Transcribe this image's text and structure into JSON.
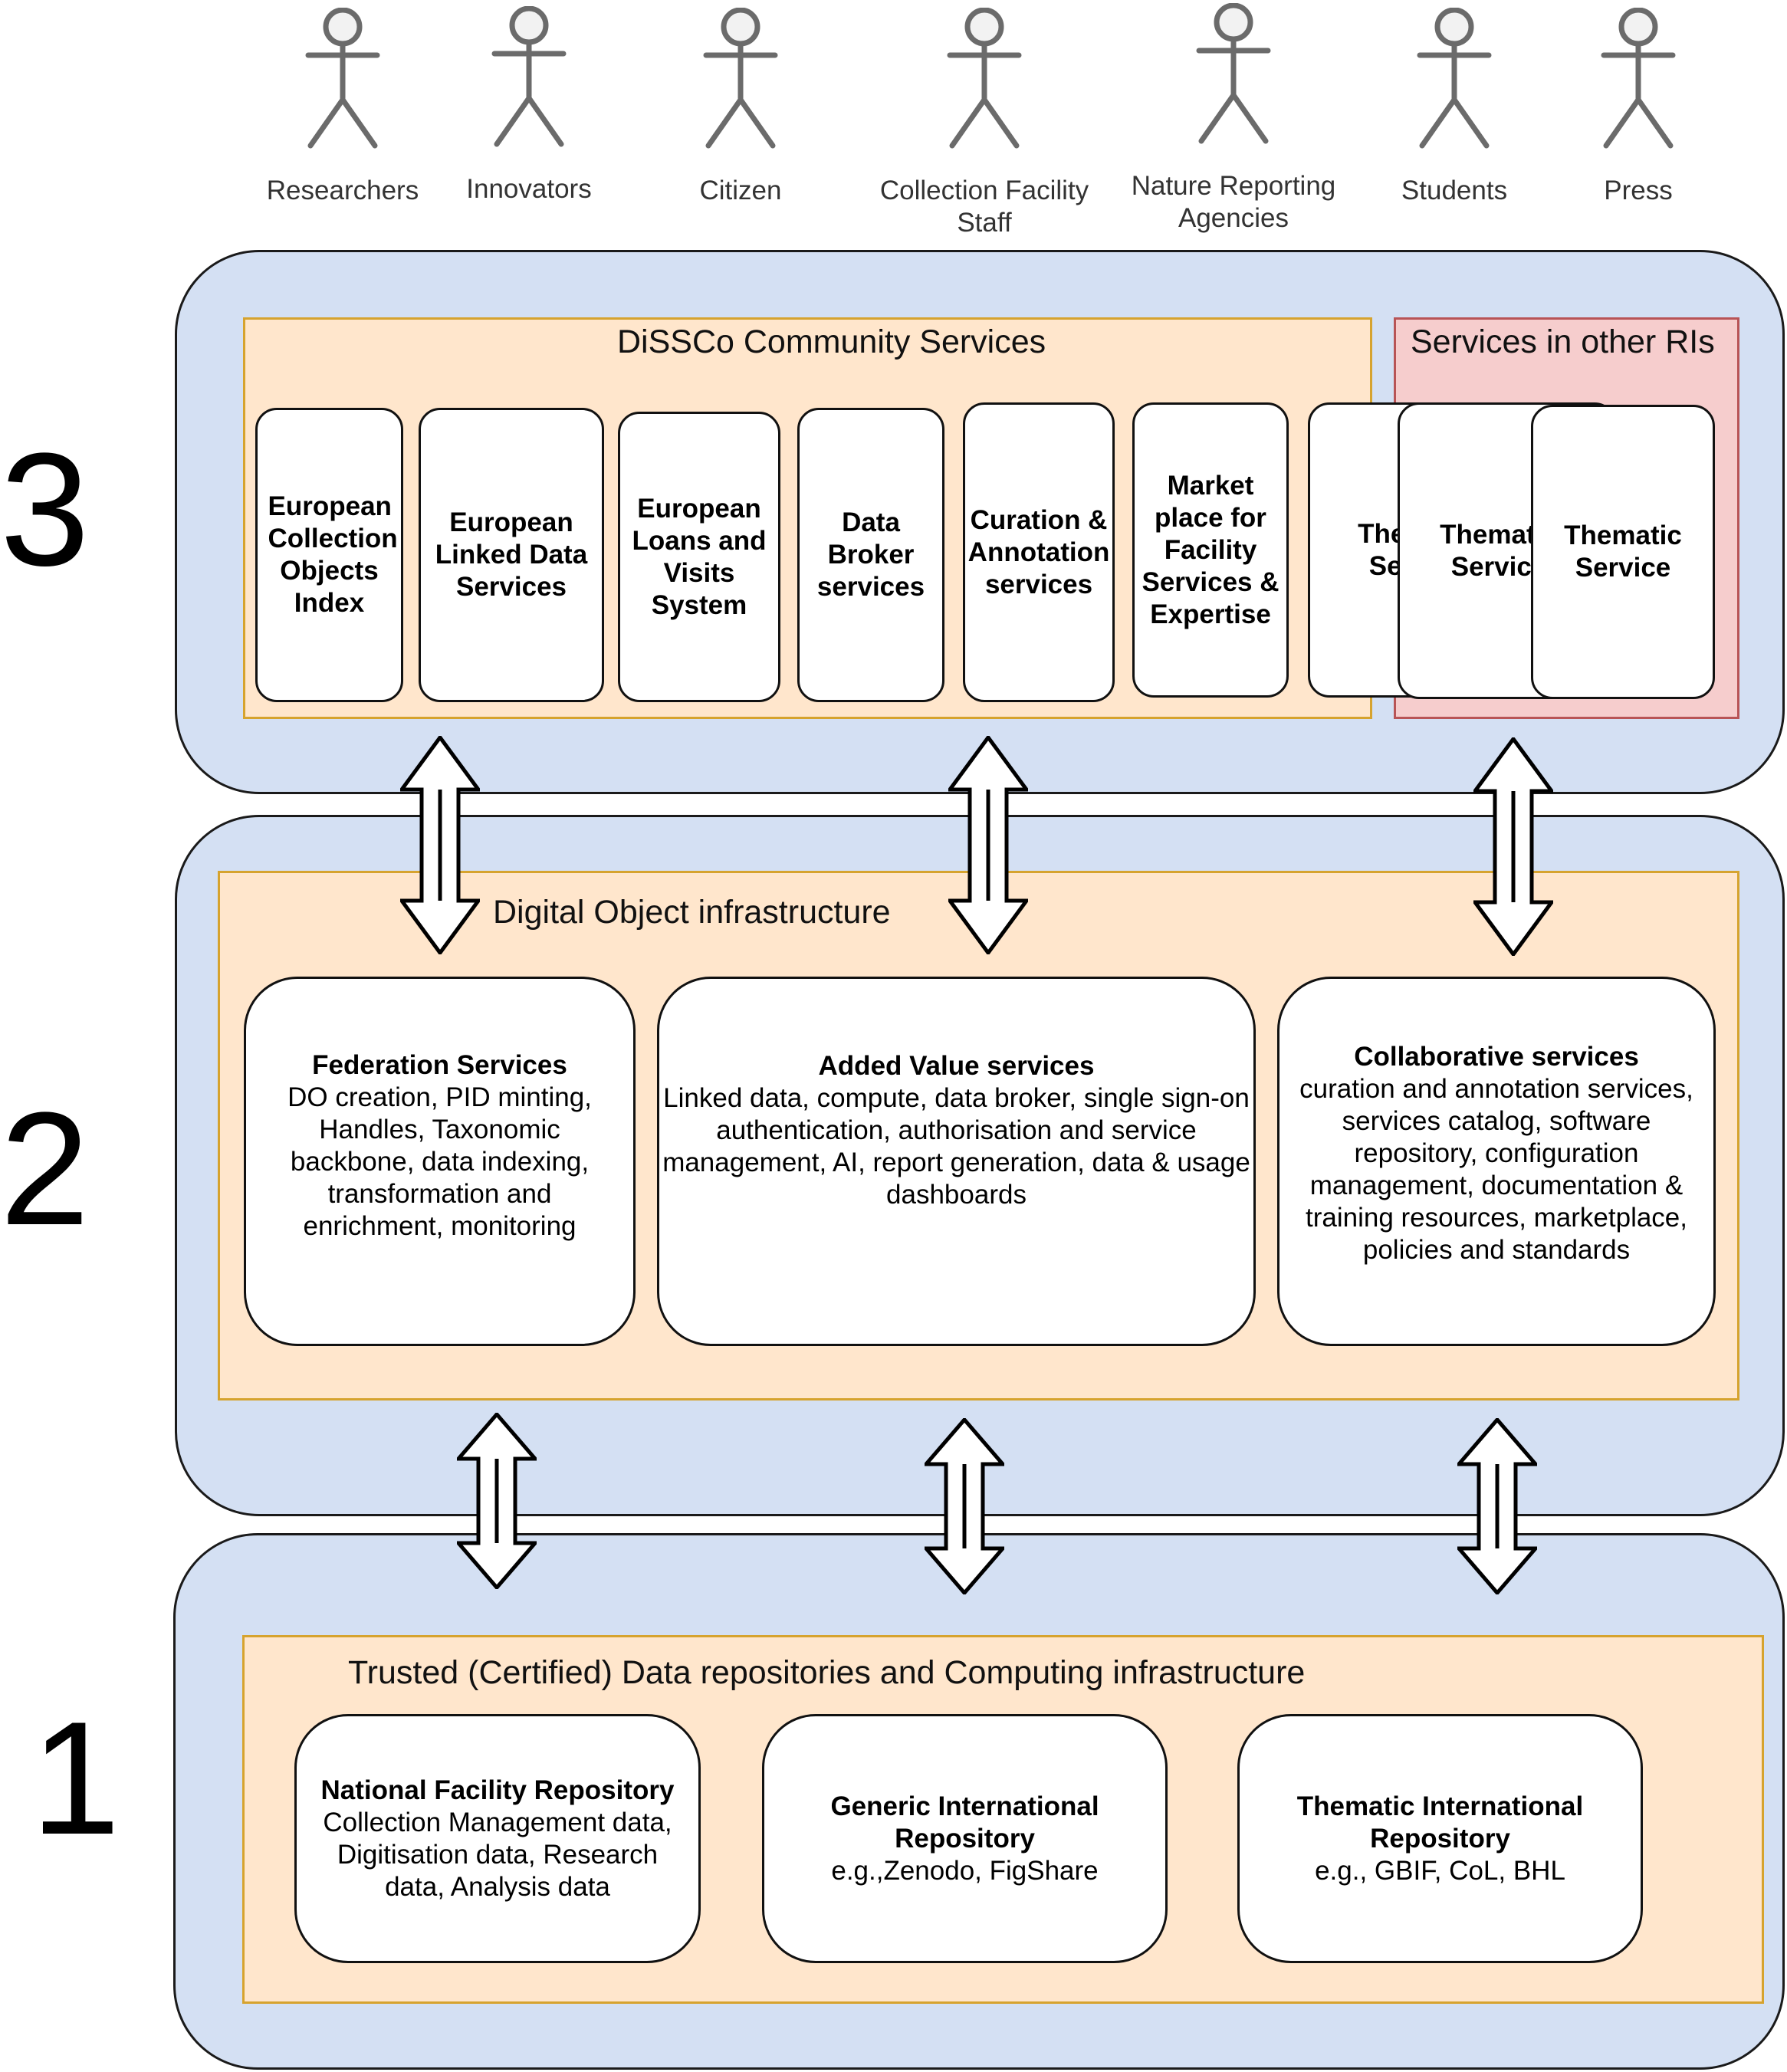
{
  "layer_numbers": [
    "3",
    "2",
    "1"
  ],
  "actors": [
    {
      "label": "Researchers"
    },
    {
      "label": "Innovators"
    },
    {
      "label": "Citizen"
    },
    {
      "label": "Collection Facility\nStaff"
    },
    {
      "label": "Nature Reporting\nAgencies"
    },
    {
      "label": "Students"
    },
    {
      "label": "Press"
    }
  ],
  "layer3": {
    "community_title": "DiSSCo Community Services",
    "other_ris_title": "Services in other RIs",
    "services": [
      "European Collection Objects Index",
      "European Linked Data Services",
      "European Loans and Visits System",
      "Data Broker services",
      "Curation & Annotation services",
      "Market place for Facility Services & Expertise"
    ],
    "thematic": [
      "Thematic Service",
      "Thematic Service",
      "Thematic Service"
    ]
  },
  "layer2": {
    "title": "Digital Object infrastructure",
    "cards": [
      {
        "title": "Federation Services",
        "body": "DO creation, PID minting, Handles, Taxonomic backbone, data indexing, transformation and enrichment, monitoring"
      },
      {
        "title": "Added Value services",
        "body": "Linked data, compute, data broker, single sign-on authentication, authorisation and service management, AI, report generation, data & usage dashboards"
      },
      {
        "title": "Collaborative services",
        "body": "curation and annotation services, services catalog, software repository, configuration management, documentation & training resources, marketplace, policies and standards"
      }
    ]
  },
  "layer1": {
    "title": "Trusted (Certified) Data repositories and Computing infrastructure",
    "cards": [
      {
        "title": "National Facility Repository",
        "body": "Collection Management data, Digitisation data, Research data, Analysis data"
      },
      {
        "title": "Generic International Repository",
        "body": "e.g.,Zenodo, FigShare"
      },
      {
        "title": "Thematic International Repository",
        "body": "e.g., GBIF, CoL, BHL"
      }
    ]
  }
}
